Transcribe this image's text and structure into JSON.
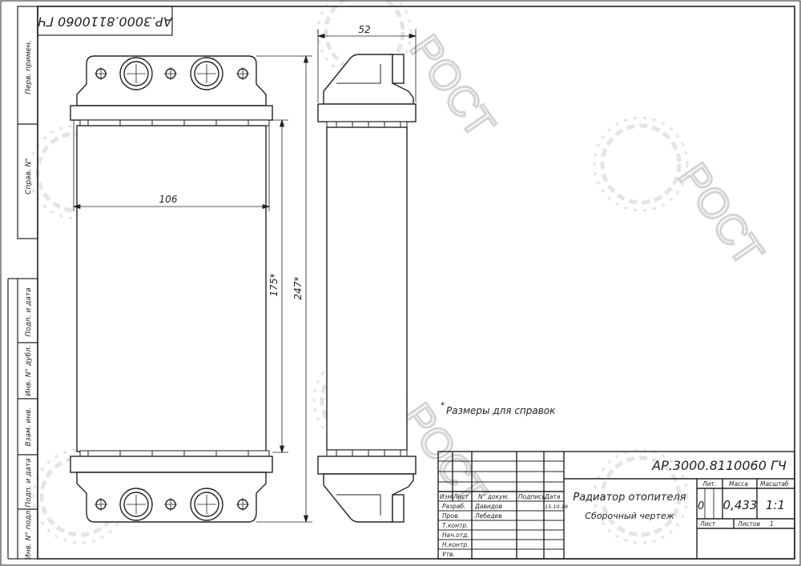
{
  "drawing": {
    "doc_code": "АР.3000.8110060 ГЧ",
    "doc_code_rotated": "АР.3000.8110060 ГЧ",
    "title": "Радиатор отопителя",
    "subtitle": "Сборочный чертеж",
    "note": "Размеры для справок",
    "note_mark": "*"
  },
  "dimensions": {
    "width_front": "106",
    "height_core": "175*",
    "height_total": "247*",
    "depth_side": "52"
  },
  "side_stamp": {
    "perv_primen": "Перв. примен.",
    "sprav_no": "Справ. N°",
    "podp_data_1": "Подп. и дата",
    "inv_dubl": "Инв. N° дубл.",
    "vzam_inv": "Взам. инв.",
    "podp_data_2": "Подп. и дата",
    "inv_podl": "Инв. N° подл."
  },
  "title_block": {
    "head_izm": "Изм.",
    "head_list": "Лист",
    "head_dokum": "N° докум.",
    "head_podpis": "Подпись",
    "head_data": "Дата",
    "rows": [
      {
        "role": "Разраб.",
        "name": "Давидов",
        "date": "15.10.19"
      },
      {
        "role": "Пров.",
        "name": "Лебедев",
        "date": ""
      },
      {
        "role": "Т.контр.",
        "name": "",
        "date": ""
      },
      {
        "role": "Нач.отд.",
        "name": "",
        "date": ""
      },
      {
        "role": "Н.контр.",
        "name": "",
        "date": ""
      },
      {
        "role": "Утв.",
        "name": "",
        "date": ""
      }
    ],
    "lit_label": "Лит.",
    "massa_label": "Масса",
    "masshtab_label": "Масштаб",
    "lit_value": "0",
    "massa_value": "0,433",
    "masshtab_value": "1:1",
    "list_label": "Лист",
    "listov_label": "Листов",
    "listov_value": "1"
  },
  "watermark": {
    "text": "РОСТ"
  }
}
